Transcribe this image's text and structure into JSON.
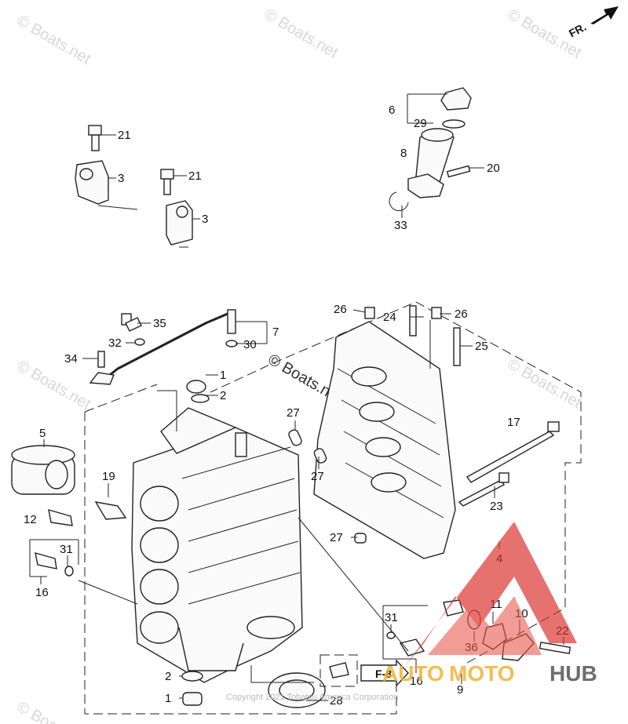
{
  "watermark_text": "© Boats.net",
  "center_watermark": "© Boats.net",
  "copyright": "Copyright 2021 Tohatsu America Corporation",
  "direction_label": "FR.",
  "ref_label": "F-8",
  "logo": {
    "part1": "AUTO",
    "part2": "MOTO",
    "part3": "HUB"
  },
  "callouts": [
    {
      "id": "c21a",
      "text": "21"
    },
    {
      "id": "c3a",
      "text": "3"
    },
    {
      "id": "c21b",
      "text": "21"
    },
    {
      "id": "c3b",
      "text": "3"
    },
    {
      "id": "c6",
      "text": "6"
    },
    {
      "id": "c29",
      "text": "29"
    },
    {
      "id": "c8",
      "text": "8"
    },
    {
      "id": "c20",
      "text": "20"
    },
    {
      "id": "c33",
      "text": "33"
    },
    {
      "id": "c35",
      "text": "35"
    },
    {
      "id": "c32",
      "text": "32"
    },
    {
      "id": "c7",
      "text": "7"
    },
    {
      "id": "c30",
      "text": "30"
    },
    {
      "id": "c34",
      "text": "34"
    },
    {
      "id": "c26a",
      "text": "26"
    },
    {
      "id": "c24",
      "text": "24"
    },
    {
      "id": "c26b",
      "text": "26"
    },
    {
      "id": "c25",
      "text": "25"
    },
    {
      "id": "c1a",
      "text": "1"
    },
    {
      "id": "c2a",
      "text": "2"
    },
    {
      "id": "c27a",
      "text": "27"
    },
    {
      "id": "c17",
      "text": "17"
    },
    {
      "id": "c5",
      "text": "5"
    },
    {
      "id": "c19",
      "text": "19"
    },
    {
      "id": "c27b",
      "text": "27"
    },
    {
      "id": "c23",
      "text": "23"
    },
    {
      "id": "c12",
      "text": "12"
    },
    {
      "id": "c27c",
      "text": "27"
    },
    {
      "id": "c4",
      "text": "4"
    },
    {
      "id": "c31a",
      "text": "31"
    },
    {
      "id": "c16a",
      "text": "16"
    },
    {
      "id": "c11",
      "text": "11"
    },
    {
      "id": "c10",
      "text": "10"
    },
    {
      "id": "c31b",
      "text": "31"
    },
    {
      "id": "c36",
      "text": "36"
    },
    {
      "id": "c22",
      "text": "22"
    },
    {
      "id": "c16b",
      "text": "16"
    },
    {
      "id": "c9",
      "text": "9"
    },
    {
      "id": "c2b",
      "text": "2"
    },
    {
      "id": "c1b",
      "text": "1"
    },
    {
      "id": "c28",
      "text": "28"
    }
  ]
}
